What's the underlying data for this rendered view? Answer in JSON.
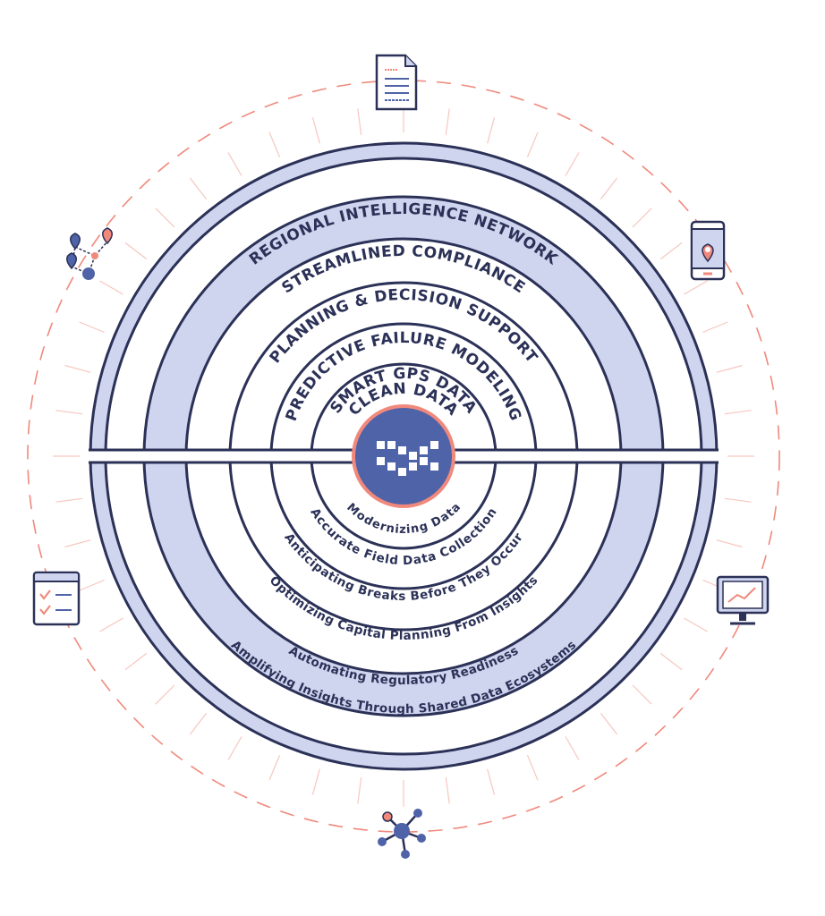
{
  "center": {
    "label": "Modernizing Data",
    "logo_icon": "wave-grid-logo-icon"
  },
  "layers": [
    {
      "title": "CLEAN DATA",
      "caption": "Accurate Field Data Collection"
    },
    {
      "title": "SMART GPS DATA",
      "caption": "Anticipating Breaks Before They Occur"
    },
    {
      "title": "PREDICTIVE FAILURE MODELING",
      "caption": "Optimizing Capital Planning From Insights"
    },
    {
      "title": "PLANNING & DECISION SUPPORT",
      "caption": "Automating Regulatory Readiness"
    },
    {
      "title": "STREAMLINED COMPLIANCE",
      "caption": ""
    },
    {
      "title": "REGIONAL INTELLIGENCE NETWORK",
      "caption": "Amplifying Insights Through Shared Data Ecosystems"
    }
  ],
  "outer_icons": [
    "document-icon",
    "map-pin-phone-icon",
    "monitor-chart-icon",
    "network-nodes-icon",
    "checklist-icon",
    "map-route-icon"
  ],
  "colors": {
    "navy": "#2b3157",
    "lavender": "#cfd5ee",
    "logo_blue": "#4f63a8",
    "accent_coral": "#f0897c"
  }
}
